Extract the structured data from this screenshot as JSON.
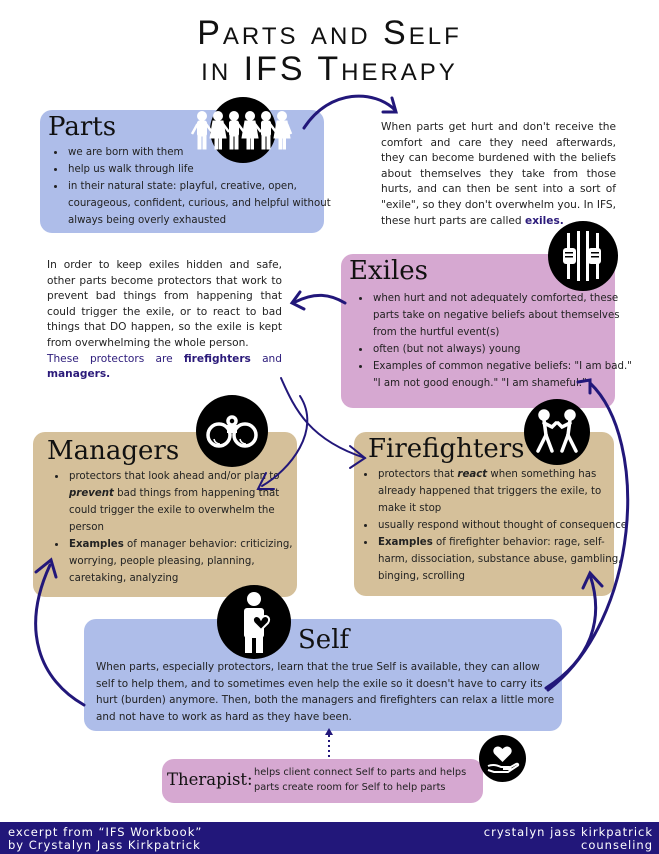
{
  "title": {
    "line1": "Parts and Self",
    "line2": "in IFS Therapy"
  },
  "parts": {
    "heading": "Parts",
    "icon": "people-holding-hands-icon",
    "bullets": [
      "we are born with them",
      "help us walk through life",
      "in their natural state: playful, creative, open, courageous, confident, curious, and helpful without always being overly exhausted"
    ]
  },
  "exile_intro": {
    "text": "When parts get hurt and don't receive the comfort and care they need afterwards, they can become burdened with the beliefs about themselves they take from those hurts, and can then be sent into a sort of \"exile\", so they don't overwhelm you.  In IFS, these hurt parts are called ",
    "emphasis": "exiles."
  },
  "protectors_intro": {
    "text": "In order to keep exiles hidden and safe, other parts become protectors that work to prevent bad things from happening that could trigger the exile, or to react to bad things that DO happen, so the exile is kept from overwhelming the whole person.",
    "line2_start": "These protectors are ",
    "firefighters": "firefighters",
    "and": " and ",
    "managers": "managers."
  },
  "exiles": {
    "heading": "Exiles",
    "icon": "jail-bars-hands-icon",
    "bullets": [
      "when hurt and not adequately comforted, these parts take on negative beliefs about themselves from the hurtful event(s)",
      "often (but not always) young",
      "Examples of common negative beliefs: \"I am bad.\" \"I am not good enough.\"  \"I am shameful.\""
    ]
  },
  "managers": {
    "heading": "Managers",
    "icon": "binoculars-icon",
    "b1_pre": "protectors that look ahead and/or plan to ",
    "b1_em": "prevent",
    "b1_post": " bad things from happening that could trigger the exile to overwhelm the person",
    "b2_bold": "Examples",
    "b2_rest": " of manager behavior: criticizing, worrying, people pleasing, planning, caretaking, analyzing"
  },
  "firefighters": {
    "heading": "Firefighters",
    "icon": "fighting-figures-icon",
    "b1_pre": "protectors that ",
    "b1_em": "react",
    "b1_post": " when something has already happened that triggers the exile, to make it stop",
    "b2": "usually respond without thought of consequence",
    "b3_bold": "Examples",
    "b3_rest": " of firefighter behavior: rage, self-harm, dissociation, substance abuse, gambling, binging, scrolling"
  },
  "self": {
    "heading": "Self",
    "icon": "person-with-heart-icon",
    "text": "When parts, especially protectors, learn that the true Self is available, they can allow self to help them, and to sometimes even help the exile so it doesn't have to carry its hurt (burden) anymore. Then, both the managers and firefighters can relax a little more and not have to work as hard as they have been."
  },
  "therapist": {
    "label": "Therapist:",
    "icon": "heart-in-hand-icon",
    "text": "helps client connect Self to parts and helps parts create room for Self to help parts"
  },
  "footer": {
    "left_line1": "excerpt from “IFS Workbook”",
    "left_line2": "by Crystalyn Jass Kirkpatrick",
    "right_line1": "crystalyn jass kirkpatrick",
    "right_line2": "counseling"
  },
  "colors": {
    "arrow": "#22177a",
    "blue_box": "#aebde9",
    "pink_box": "#d6a8d1",
    "tan_box": "#d5c09a",
    "footer_bg": "#22177a"
  }
}
